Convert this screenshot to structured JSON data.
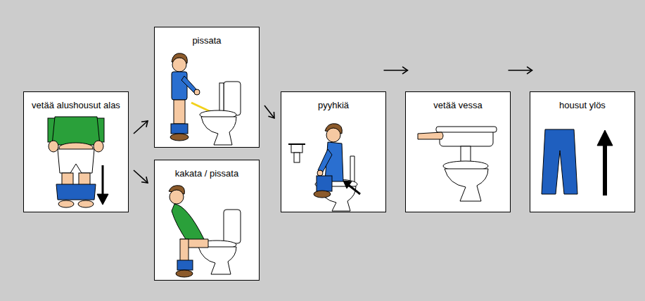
{
  "diagram": {
    "nodes": [
      {
        "text": [
          "vetää alushousut alas"
        ]
      },
      {
        "text": [
          "pissata"
        ]
      },
      {
        "text": [
          "kakata / pissata"
        ]
      },
      {
        "text": [
          "pyyhkiä"
        ]
      },
      {
        "text": [
          "vetää vessa"
        ]
      },
      {
        "text": [
          "housut ylös"
        ]
      }
    ],
    "edges": [
      {
        "from": 0,
        "to": 1,
        "arrow": "to"
      },
      {
        "from": 0,
        "to": 2,
        "arrow": "to"
      },
      {
        "from": 1,
        "to": 3,
        "arrow": "to"
      },
      {
        "from": 3,
        "to": 4,
        "arrow": "to"
      },
      {
        "from": 4,
        "to": 5,
        "arrow": "to"
      }
    ]
  }
}
